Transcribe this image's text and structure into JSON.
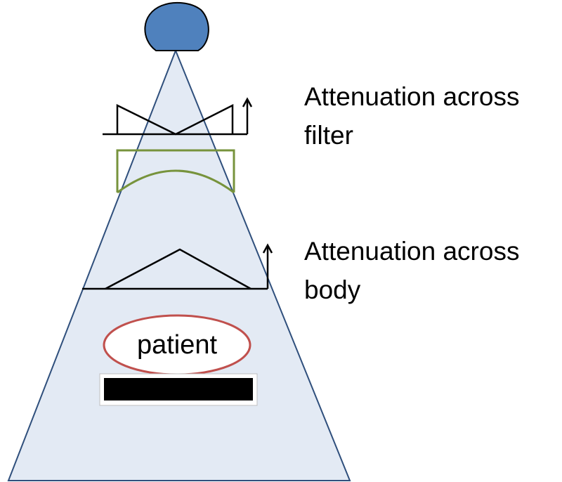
{
  "labels": {
    "filter_line1": "Attenuation across",
    "filter_line2": "filter",
    "body_line1": "Attenuation across",
    "body_line2": "body",
    "patient": "patient"
  },
  "colors": {
    "beam_fill": "#e3eaf4",
    "beam_stroke": "#2f4f7c",
    "source_fill": "#4f81bd",
    "filter_outline": "#77933c",
    "patient_outline": "#c0504d",
    "detector_fill": "#000000"
  }
}
